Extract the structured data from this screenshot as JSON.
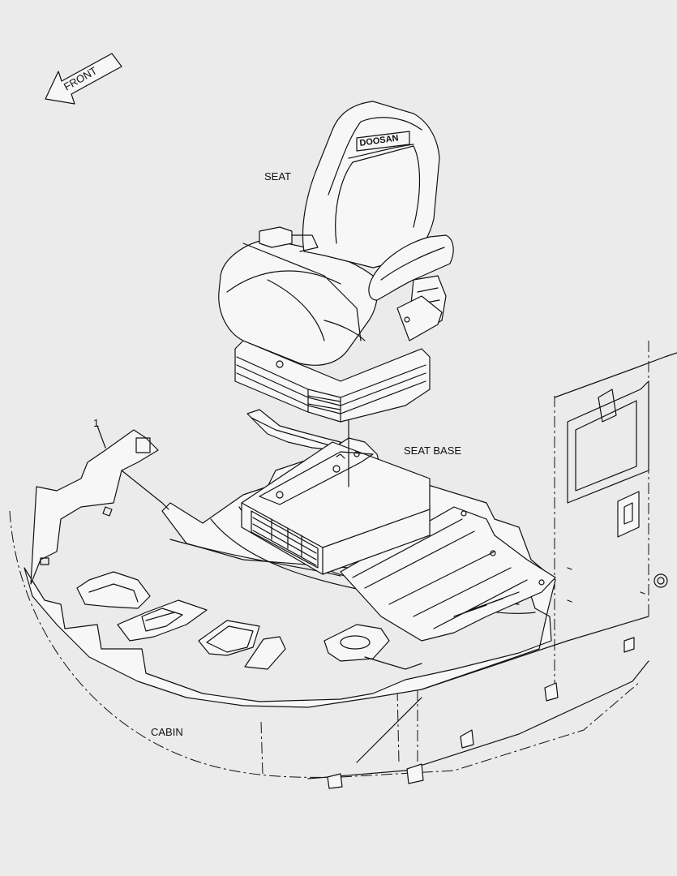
{
  "front_arrow": {
    "label": "FRONT"
  },
  "labels": {
    "seat": "SEAT",
    "seat_base": "SEAT BASE",
    "cabin": "CABIN",
    "callout_1": "1"
  },
  "seat_logo": "DOOSAN",
  "colors": {
    "background": "#ebebeb",
    "line": "#111111"
  }
}
